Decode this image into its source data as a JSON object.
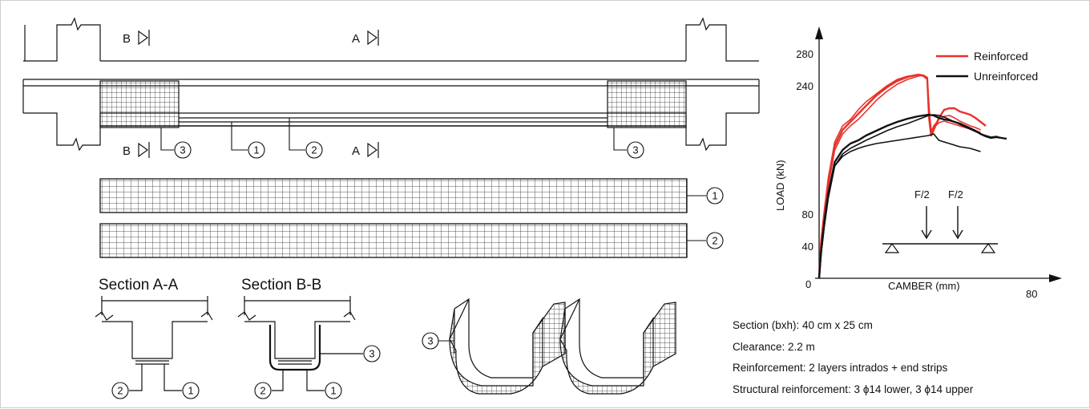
{
  "colors": {
    "reinforced": "#e8312a",
    "unreinforced": "#111111",
    "line": "#111111",
    "background": "#ffffff"
  },
  "elevation": {
    "section_marks": {
      "b": "B",
      "a": "A"
    },
    "callouts": {
      "c1": "1",
      "c2": "2",
      "c3": "3"
    }
  },
  "sheets": {
    "sheet1_number": "1",
    "sheet2_number": "2"
  },
  "sections": {
    "aa_title": "Section A-A",
    "bb_title": "Section B-B",
    "aa_labels": {
      "left": "2",
      "right": "1"
    },
    "bb_labels": {
      "left": "2",
      "right": "1",
      "side": "3"
    }
  },
  "u_strips": {
    "label": "3"
  },
  "chart_data": {
    "type": "line",
    "xlabel": "CAMBER (mm)",
    "ylabel": "LOAD (kN)",
    "xlim": [
      0,
      80
    ],
    "ylim": [
      0,
      300
    ],
    "x_tick_labels": [
      "0",
      "80"
    ],
    "y_tick_labels": [
      "40",
      "80",
      "240",
      "280"
    ],
    "y_ticks": [
      40,
      80,
      240,
      280
    ],
    "legend_position": "top-right",
    "grid": false,
    "series": [
      {
        "name": "Reinforced",
        "color": "#e8312a",
        "curves": [
          {
            "x": [
              0,
              0.8,
              2,
              3.5,
              6,
              9,
              12,
              15,
              18,
              22,
              26,
              30,
              34,
              38,
              40,
              41.5,
              42.2,
              43,
              44,
              46,
              48,
              50,
              52,
              54,
              56,
              58,
              60,
              62,
              64
            ],
            "y": [
              0,
              45,
              80,
              120,
              165,
              185,
              195,
              205,
              215,
              228,
              238,
              246,
              251,
              254,
              253,
              250,
              200,
              178,
              185,
              200,
              210,
              212,
              212,
              208,
              206,
              204,
              200,
              195,
              190
            ]
          },
          {
            "x": [
              0,
              0.8,
              2,
              3.5,
              6,
              9,
              12,
              15,
              18,
              22,
              26,
              30,
              34,
              38,
              40,
              41.5,
              42.2,
              43,
              44,
              46,
              48,
              50,
              52,
              54,
              56,
              58,
              60,
              62
            ],
            "y": [
              0,
              40,
              75,
              115,
              160,
              180,
              190,
              198,
              208,
              222,
              233,
              242,
              248,
              252,
              253,
              249,
              205,
              182,
              190,
              198,
              202,
              203,
              200,
              196,
              193,
              190,
              188,
              185
            ]
          },
          {
            "x": [
              0,
              0.8,
              2,
              3.5,
              6,
              9,
              12,
              15,
              18,
              22,
              26,
              30,
              34,
              38,
              40,
              41.5,
              42.3,
              43,
              44,
              46,
              48,
              50,
              52,
              54,
              56,
              58,
              60,
              62
            ],
            "y": [
              0,
              50,
              85,
              125,
              170,
              190,
              198,
              210,
              220,
              230,
              240,
              248,
              252,
              254,
              252,
              248,
              210,
              185,
              188,
              194,
              196,
              194,
              192,
              190,
              188,
              186,
              184,
              182
            ]
          }
        ]
      },
      {
        "name": "Unreinforced",
        "color": "#111111",
        "curves": [
          {
            "x": [
              0,
              0.8,
              2,
              3.5,
              6,
              9,
              12,
              15,
              18,
              22,
              26,
              30,
              34,
              38,
              42,
              44,
              46,
              48,
              50,
              52,
              54,
              56,
              58,
              60,
              62,
              64,
              66,
              68,
              70,
              72
            ],
            "y": [
              0,
              35,
              70,
              105,
              145,
              160,
              168,
              172,
              178,
              184,
              190,
              195,
              199,
              202,
              204,
              203,
              200,
              198,
              197,
              195,
              193,
              190,
              187,
              184,
              180,
              177,
              175,
              176,
              175,
              174
            ]
          },
          {
            "x": [
              0,
              0.8,
              2,
              3.5,
              6,
              9,
              12,
              15,
              18,
              22,
              26,
              30,
              34,
              38,
              42,
              44,
              46,
              48,
              50,
              52,
              54,
              56,
              58,
              60,
              62,
              64,
              66,
              68,
              70,
              72
            ],
            "y": [
              0,
              30,
              65,
              100,
              140,
              155,
              162,
              167,
              172,
              178,
              184,
              189,
              193,
              198,
              203,
              204,
              203,
              201,
              198,
              195,
              192,
              189,
              186,
              183,
              180,
              178,
              176,
              177,
              175,
              174
            ]
          },
          {
            "x": [
              0,
              0.8,
              2,
              3.5,
              6,
              9,
              12,
              15,
              18,
              22,
              26,
              30,
              34,
              38,
              42,
              44,
              46,
              48,
              50,
              52,
              54,
              56,
              58,
              60,
              62
            ],
            "y": [
              0,
              32,
              65,
              100,
              140,
              152,
              158,
              162,
              165,
              168,
              170,
              172,
              174,
              176,
              178,
              180,
              172,
              170,
              168,
              166,
              164,
              163,
              162,
              160,
              158
            ]
          }
        ]
      }
    ]
  },
  "load_scheme": {
    "f_left": "F/2",
    "f_right": "F/2"
  },
  "notes": {
    "line1": "Section (bxh): 40 cm x 25 cm",
    "line2": "Clearance: 2.2 m",
    "line3": "Reinforcement: 2  layers intrados + end strips",
    "line4": "Structural reinforcement: 3 ϕ14 lower, 3 ϕ14 upper"
  }
}
